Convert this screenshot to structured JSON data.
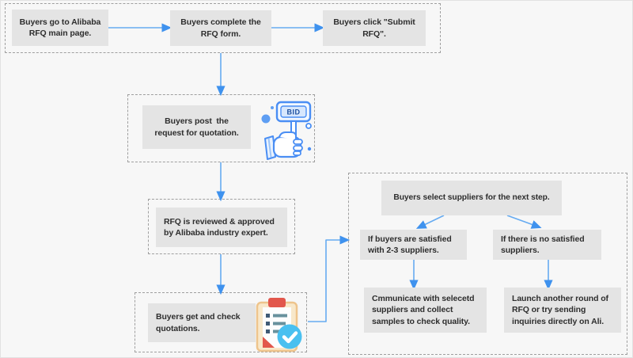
{
  "colors": {
    "background": "#f7f7f7",
    "node_background": "#e4e4e4",
    "dashed_border": "#9f9f9f",
    "arrow_line": "#66abf1",
    "arrow_head": "#3f92ee",
    "text": "#2e2e2e",
    "icon_blue": "#4a8ef4",
    "clipboard_tan": "#f8e8ca",
    "clip_red": "#e2574c",
    "check_circle_blue": "#49c0f0"
  },
  "flow": {
    "go_main": "Buyers go to Alibaba\nRFQ main page.",
    "complete_form": "Buyers complete the\nRFQ form.",
    "click_submit": "Buyers click \"Submit\nRFQ\".",
    "post_request": "Buyers post  the\nrequest for quotation.",
    "reviewed": "RFQ is reviewed & approved\nby Alibaba industry expert.",
    "get_check": "Buyers get and check\nquotations.",
    "select_suppliers": "Buyers select suppliers for the next step.",
    "satisfied": "If buyers are satisfied\nwith 2-3 suppliers.",
    "not_satisfied": "If there is no satisfied\nsuppliers.",
    "communicate": "Cmmunicate with selecetd\nsuppliers and collect\nsamples to check quality.",
    "launch_again": "Launch another round of\nRFQ or try sending\ninquiries directly on Ali."
  },
  "icons": {
    "bid_label": "BID",
    "bid_icon": "hand-holding-bid-sign",
    "quotation_icon": "clipboard-checklist-with-checkmark"
  }
}
